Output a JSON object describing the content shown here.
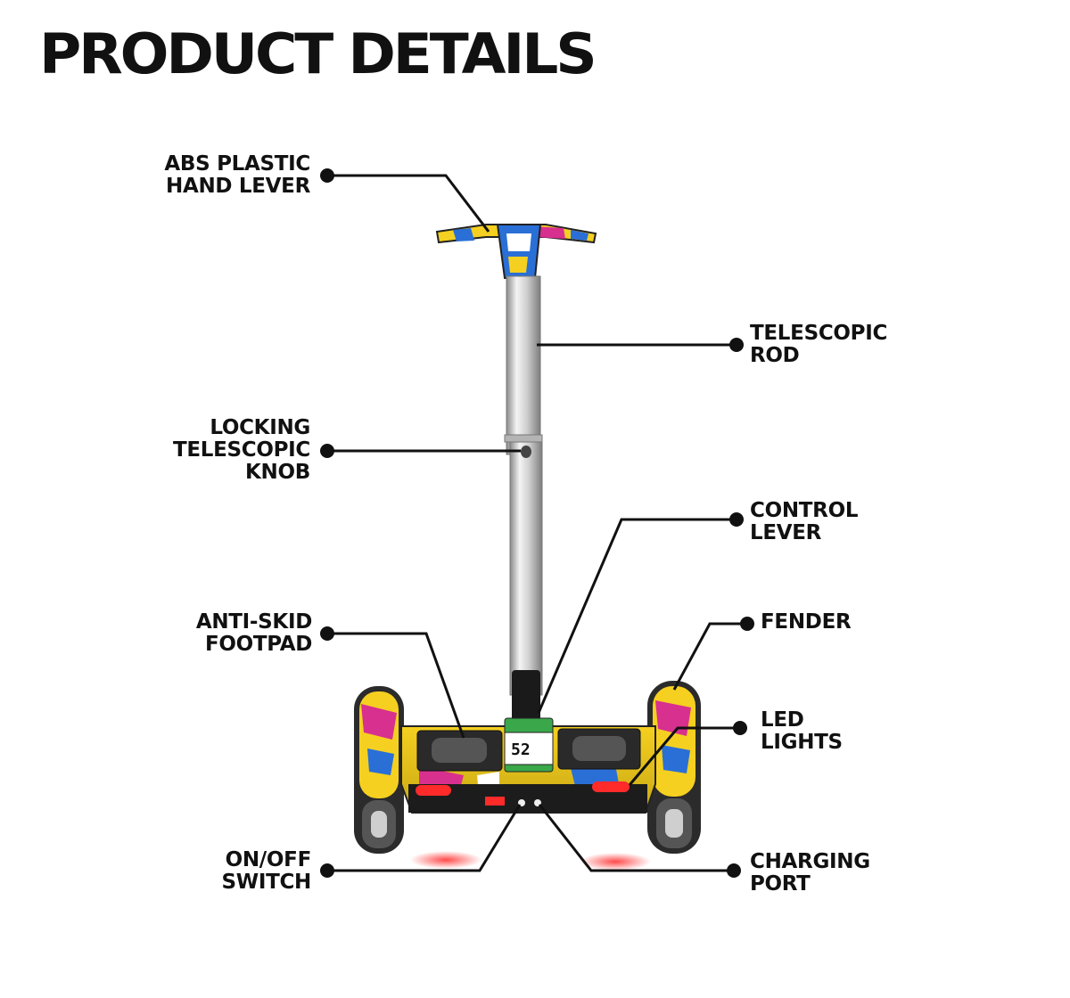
{
  "title": "PRODUCT DETAILS",
  "callouts": {
    "abs_hand_lever": {
      "lines": [
        "ABS PLASTIC",
        "HAND LEVER"
      ]
    },
    "telescopic_rod": {
      "lines": [
        "TELESCOPIC",
        "ROD"
      ]
    },
    "locking_knob": {
      "lines": [
        "LOCKING",
        "TELESCOPIC",
        "KNOB"
      ]
    },
    "control_lever": {
      "lines": [
        "CONTROL",
        "LEVER"
      ]
    },
    "anti_skid_footpad": {
      "lines": [
        "ANTI-SKID",
        "FOOTPAD"
      ]
    },
    "fender": {
      "lines": [
        "FENDER"
      ]
    },
    "led_lights": {
      "lines": [
        "LED",
        "LIGHTS"
      ]
    },
    "on_off_switch": {
      "lines": [
        "ON/OFF",
        "SWITCH"
      ]
    },
    "charging_port": {
      "lines": [
        "CHARGING",
        "PORT"
      ]
    }
  },
  "display": {
    "readout": "52"
  },
  "colors": {
    "ink": "#111111",
    "graffiti_yellow": "#f5d020",
    "graffiti_magenta": "#d8308e",
    "graffiti_blue": "#2a6fd6",
    "led_red": "#ff2a2a"
  }
}
